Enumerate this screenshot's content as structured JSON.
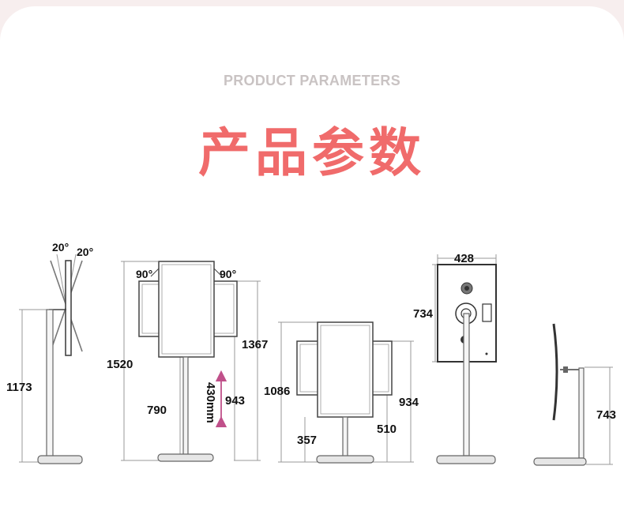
{
  "header": {
    "subtitle": "PRODUCT PARAMETERS",
    "title": "产品参数"
  },
  "colors": {
    "title": "#f06b6b",
    "subtitle": "#c9c3c3",
    "rotation_arrow": "#c0508a"
  },
  "views": {
    "tilt_view": {
      "angle_left": "20°",
      "angle_right": "20°",
      "height": "1173"
    },
    "rotation_view": {
      "angle_left": "90°",
      "angle_right": "90°",
      "overall_height": "1520",
      "top_height": "1367",
      "lower_height": "790",
      "travel": "430mm",
      "bottom_height": "943"
    },
    "lowered_view": {
      "height": "1086",
      "right_height": "934",
      "left_low": "357",
      "right_low": "510"
    },
    "back_view": {
      "width": "428",
      "height": "734"
    },
    "side_view": {
      "height": "743"
    }
  }
}
